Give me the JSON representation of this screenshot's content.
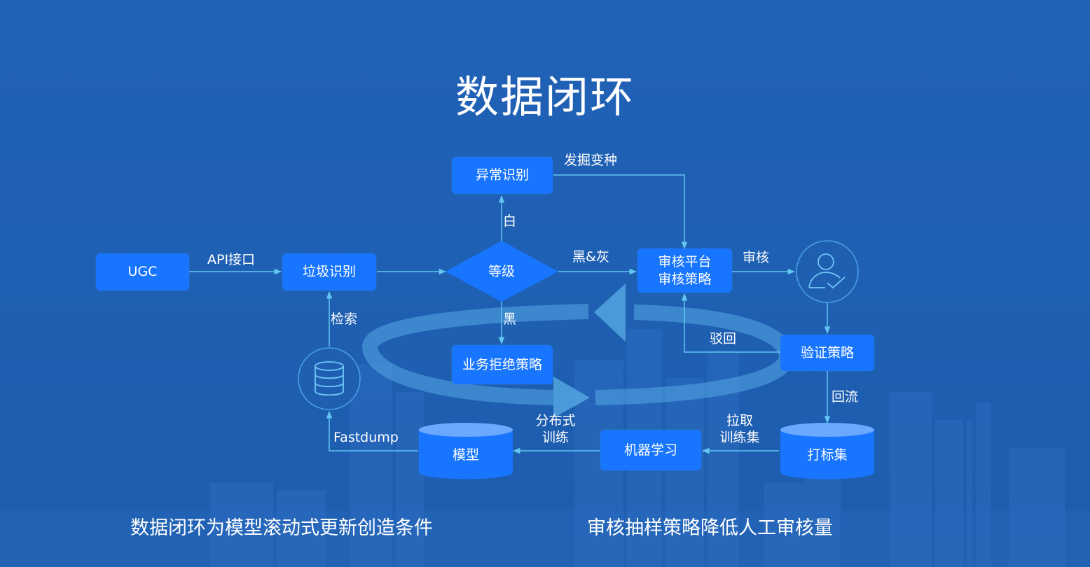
{
  "title": "数据闭环",
  "nodes": {
    "ugc": "UGC",
    "spam_detect": "垃圾识别",
    "anomaly": "异常识别",
    "grade": "等级",
    "review_platform_line1": "审核平台",
    "review_platform_line2": "审核策略",
    "biz_reject": "业务拒绝策略",
    "verify_strategy": "验证策略",
    "ml": "机器学习",
    "model": "模型",
    "label_set": "打标集"
  },
  "edges": {
    "api": "API接口",
    "mine_variants": "发掘变种",
    "white": "白",
    "black_gray": "黑&灰",
    "black": "黑",
    "review": "审核",
    "reject_back": "驳回",
    "search": "检索",
    "backflow": "回流",
    "pull_train_line1": "拉取",
    "pull_train_line2": "训练集",
    "dist_train_line1": "分布式",
    "dist_train_line2": "训练",
    "fastdump": "Fastdump"
  },
  "captions": {
    "left": "数据闭环为模型滚动式更新创造条件",
    "right": "审核抽样策略降低人工审核量"
  },
  "icons": {
    "reviewer": "reviewer-check-icon",
    "database": "database-icon"
  },
  "colors": {
    "background": "#1f62b3",
    "node": "#1875ff",
    "wire": "#62c6f2",
    "cycle_arrow": "#56a8e4"
  }
}
